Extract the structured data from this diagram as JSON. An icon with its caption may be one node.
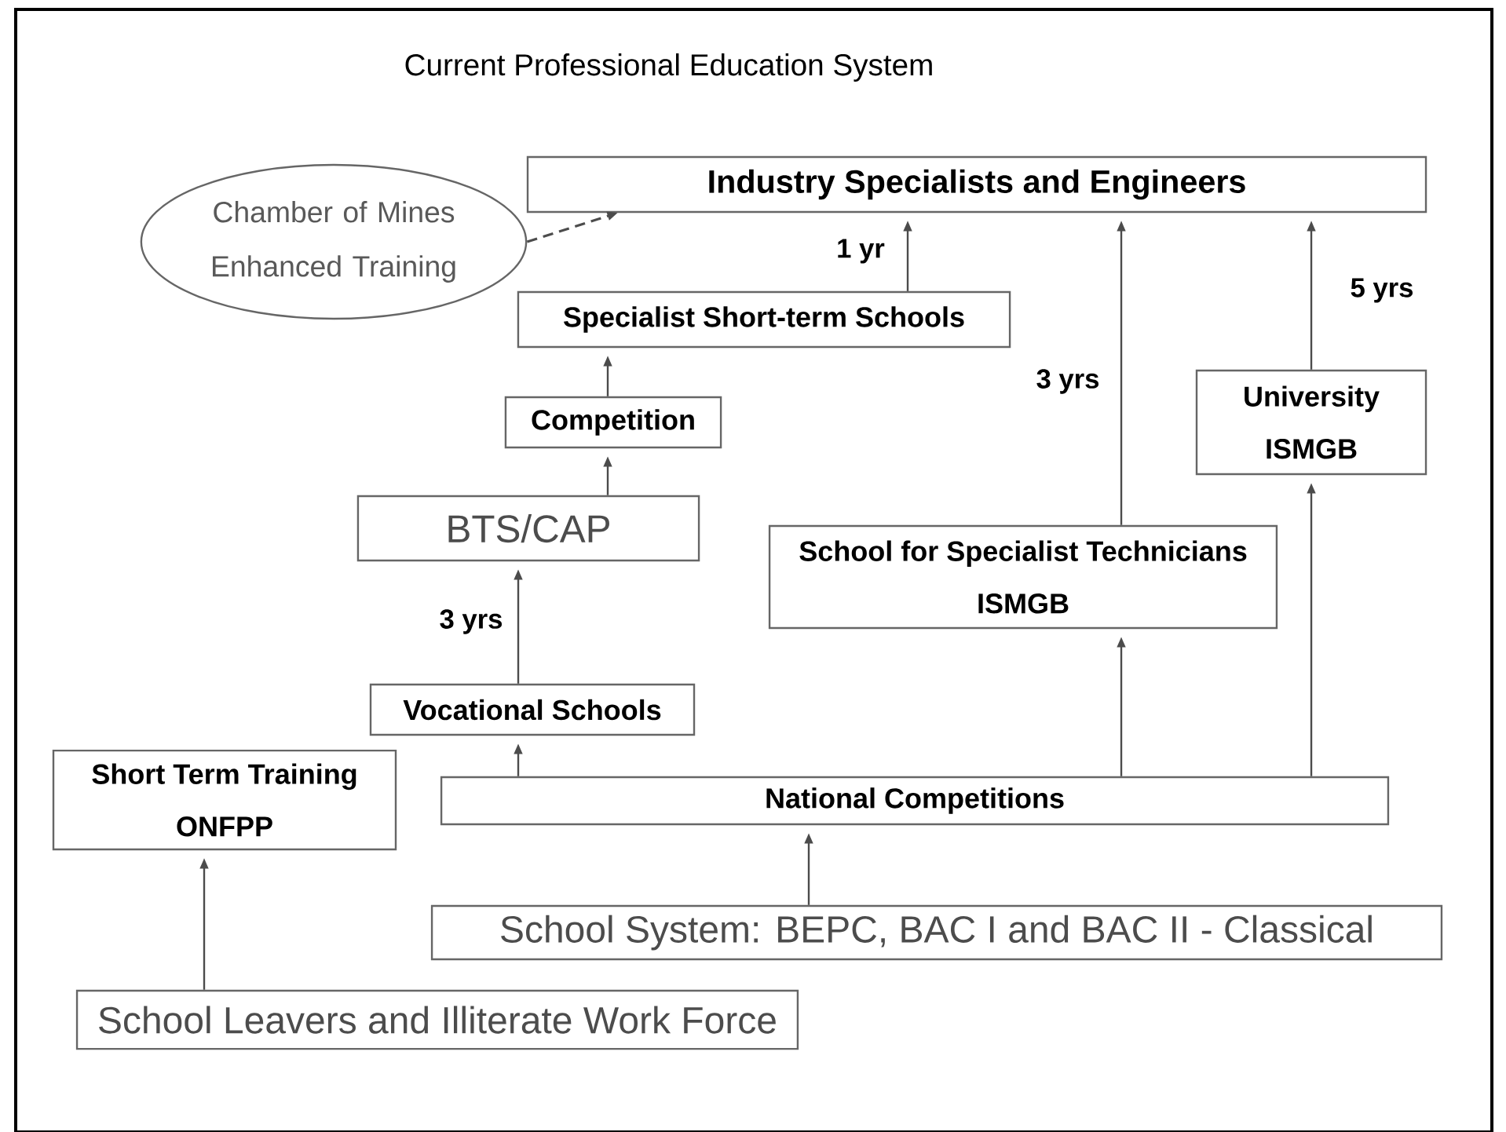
{
  "diagram": {
    "title": "Current Professional Education System",
    "nodes": [
      {
        "text": [
          "Industry Specialists and Engineers"
        ]
      },
      {
        "text": [
          "Chamber of Mines Enhanced Training"
        ]
      },
      {
        "text": [
          "Specialist Short-term Schools"
        ]
      },
      {
        "text": [
          "Competition"
        ]
      },
      {
        "text": [
          "BTS/CAP"
        ]
      },
      {
        "text": [
          "School for Specialist Technicians",
          "ISMGB"
        ]
      },
      {
        "text": [
          "University",
          "ISMGB"
        ]
      },
      {
        "text": [
          "Vocational Schools"
        ]
      },
      {
        "text": [
          "Short Term Training",
          "ONFPP"
        ]
      },
      {
        "text": [
          "National Competitions"
        ]
      },
      {
        "text": [
          "School System: BEPC, BAC I and BAC II - Classical"
        ]
      },
      {
        "text": [
          "School Leavers and Illiterate Work Force"
        ]
      }
    ],
    "edges": [
      {
        "from": 1,
        "to": 0,
        "arrow": "to",
        "style": "dashed"
      },
      {
        "from": 2,
        "to": 0,
        "arrow": "to",
        "label": "1 yr"
      },
      {
        "from": 5,
        "to": 0,
        "arrow": "to",
        "label": "3 yrs"
      },
      {
        "from": 6,
        "to": 0,
        "arrow": "to",
        "label": "5 yrs"
      },
      {
        "from": 3,
        "to": 2,
        "arrow": "to"
      },
      {
        "from": 4,
        "to": 3,
        "arrow": "to"
      },
      {
        "from": 7,
        "to": 4,
        "arrow": "to",
        "label": "3 yrs"
      },
      {
        "from": 9,
        "to": 7,
        "arrow": "to"
      },
      {
        "from": 9,
        "to": 5,
        "arrow": "to"
      },
      {
        "from": 9,
        "to": 6,
        "arrow": "to"
      },
      {
        "from": 10,
        "to": 9,
        "arrow": "to"
      },
      {
        "from": 11,
        "to": 8,
        "arrow": "to"
      }
    ]
  }
}
